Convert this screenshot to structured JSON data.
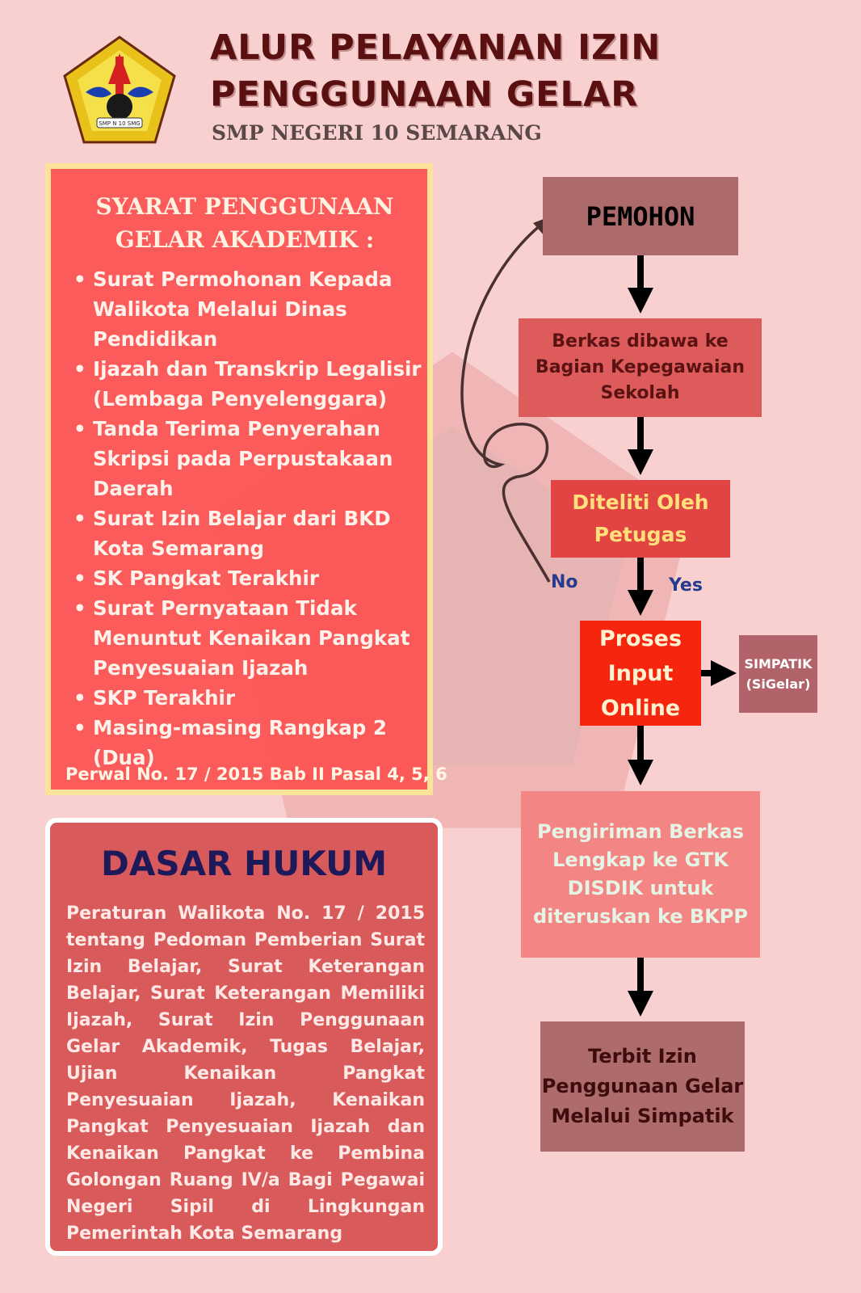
{
  "header": {
    "title_line1": "ALUR PELAYANAN IZIN",
    "title_line2": "PENGGUNAAN GELAR",
    "subtitle": "SMP NEGERI 10 SEMARANG",
    "logo_text": "SMP N 10 SMG"
  },
  "requirements": {
    "title_line1": "SYARAT PENGGUNAAN",
    "title_line2": "GELAR AKADEMIK :",
    "items": [
      "Surat Permohonan Kepada Walikota Melalui Dinas Pendidikan",
      "Ijazah dan Transkrip Legalisir (Lembaga Penyelenggara)",
      "Tanda Terima Penyerahan Skripsi pada Perpustakaan Daerah",
      "Surat Izin Belajar dari BKD Kota Semarang",
      "SK Pangkat Terakhir",
      "Surat Pernyataan Tidak Menuntut Kenaikan Pangkat Penyesuaian Ijazah",
      "SKP Terakhir",
      "Masing-masing Rangkap 2 (Dua)"
    ],
    "reference": "Perwal No. 17 / 2015 Bab II Pasal 4, 5, 6"
  },
  "legal_basis": {
    "title": "DASAR HUKUM",
    "text": "Peraturan Walikota No. 17 / 2015 tentang Pedoman Pemberian Surat Izin Belajar, Surat Keterangan Belajar, Surat Keterangan Memiliki Ijazah, Surat Izin Penggunaan Gelar Akademik, Tugas Belajar, Ujian Kenaikan Pangkat Penyesuaian Ijazah, Kenaikan Pangkat Penyesuaian Ijazah dan Kenaikan Pangkat ke Pembina Golongan Ruang IV/a Bagi Pegawai Negeri Sipil di Lingkungan Pemerintah Kota Semarang"
  },
  "flow": {
    "pemohon": "PEMOHON",
    "berkas": "Berkas dibawa ke Bagian Kepegawaian Sekolah",
    "diteliti": "Diteliti Oleh Petugas",
    "no_label": "No",
    "yes_label": "Yes",
    "proses": "Proses Input Online",
    "simpatik": "SIMPATIK (SiGelar)",
    "pengiriman": "Pengiriman Berkas Lengkap ke GTK DISDIK untuk diteruskan ke BKPP",
    "terbit": "Terbit Izin Penggunaan Gelar Melalui Simpatik"
  },
  "colors": {
    "background": "#f8d0d0",
    "requirements_box": "#fc5454",
    "requirements_border": "#fbe49a",
    "legal_box": "#d85a5a",
    "title_text": "#5a1010"
  }
}
